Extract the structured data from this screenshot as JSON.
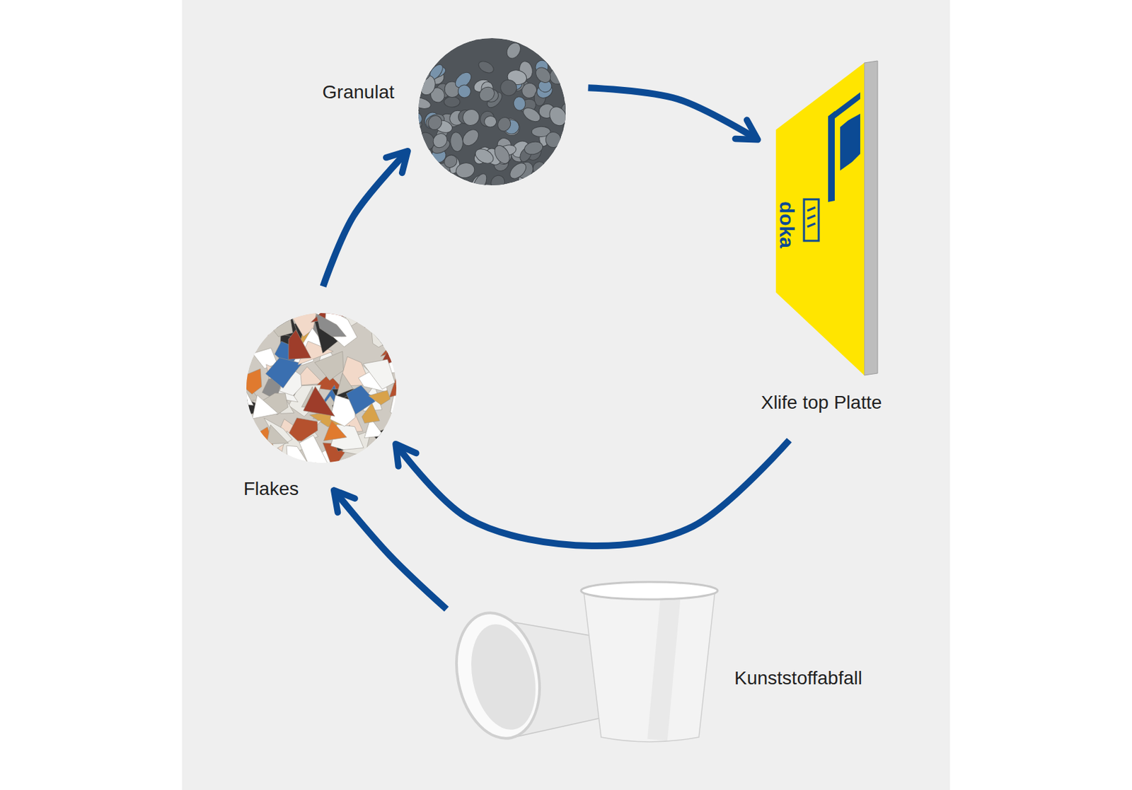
{
  "diagram": {
    "nodes": [
      {
        "text": [
          "Granulat"
        ]
      },
      {
        "text": [
          "Xlife top Platte"
        ]
      },
      {
        "text": [
          "Flakes"
        ]
      },
      {
        "text": [
          "Kunststoffabfall"
        ]
      }
    ],
    "edges": [
      {
        "from": 0,
        "to": 1,
        "arrow": "to"
      },
      {
        "from": 1,
        "to": 2,
        "arrow": "to"
      },
      {
        "from": 2,
        "to": 0,
        "arrow": "to"
      },
      {
        "from": 3,
        "to": 2,
        "arrow": "to"
      }
    ],
    "labels": [
      "doka"
    ]
  }
}
